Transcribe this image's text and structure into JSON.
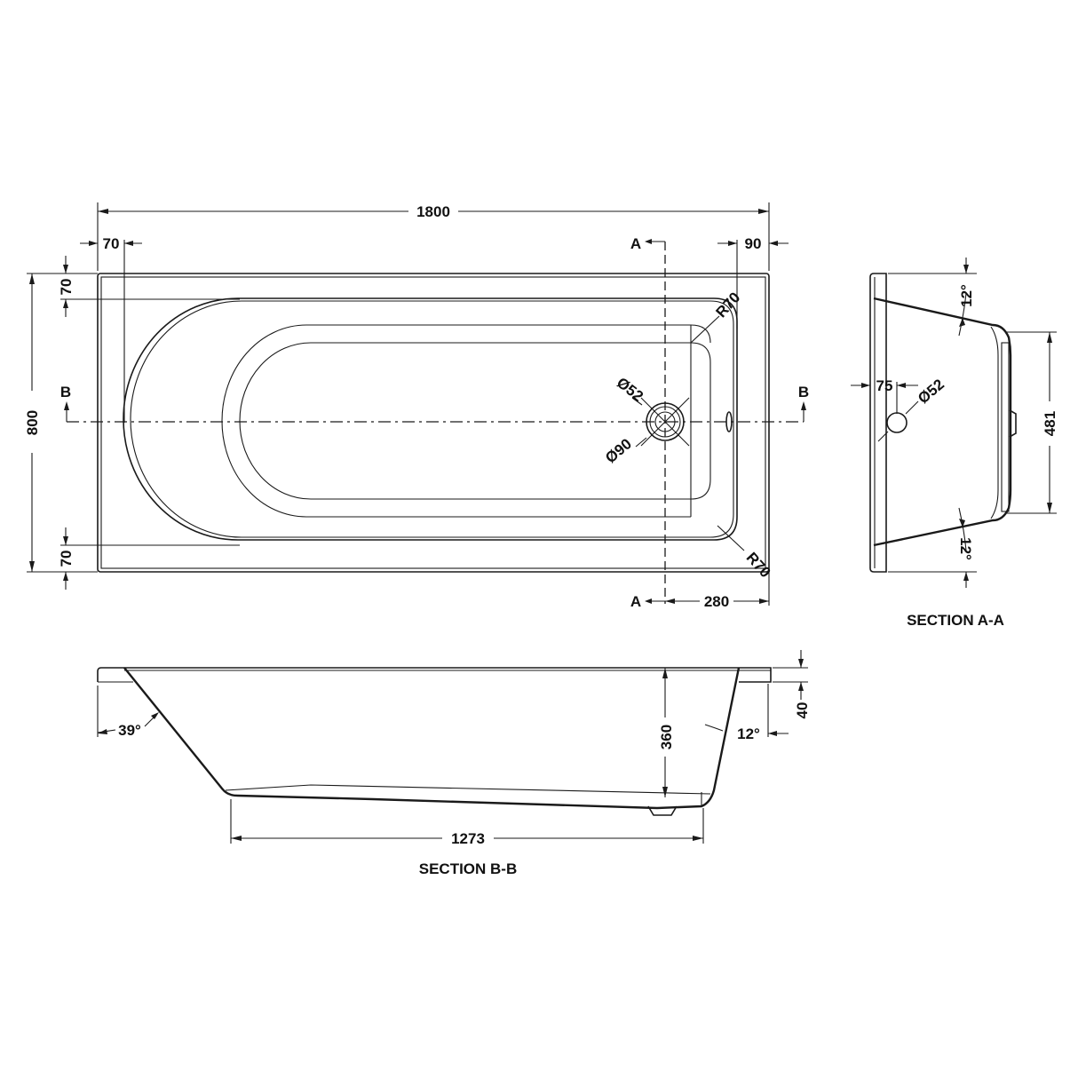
{
  "drawing": {
    "type": "technical-drawing",
    "subject": "bath tub dimensions",
    "stroke_color": "#1a1a1a",
    "background": "#ffffff"
  },
  "plan_view": {
    "overall_length": "1800",
    "overall_width": "800",
    "left_rim": "70",
    "right_rim": "90",
    "top_rim": "70",
    "bottom_rim": "70",
    "corner_radius_top": "R70",
    "corner_radius_bottom": "R70",
    "waste_inner_dia": "Ø52",
    "waste_outer_dia": "Ø90",
    "waste_offset_from_end": "280",
    "section_a_label_top": "A",
    "section_a_label_bottom": "A",
    "section_b_label_left": "B",
    "section_b_label_right": "B"
  },
  "section_aa": {
    "title": "SECTION A-A",
    "angle_top": "12°",
    "angle_bottom": "12°",
    "floor_width": "481",
    "waste_offset": "75",
    "waste_dia": "Ø52"
  },
  "section_bb": {
    "title": "SECTION B-B",
    "head_angle": "39°",
    "foot_angle": "12°",
    "depth": "360",
    "rim_thickness": "40",
    "floor_length": "1273"
  }
}
